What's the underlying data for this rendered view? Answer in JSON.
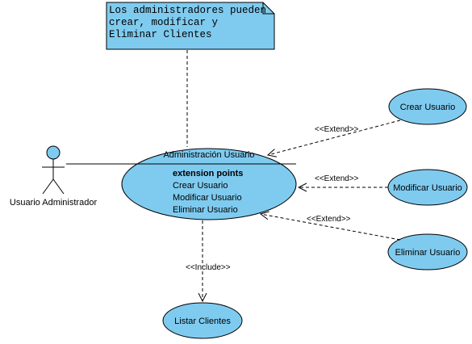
{
  "note": {
    "lines": [
      "Los administradores pueden",
      "crear, modificar y",
      "Eliminar Clientes"
    ]
  },
  "actor": {
    "name": "Usuario Administrador"
  },
  "main_use_case": {
    "name": "Administración Usuario",
    "extension_points_title": "extension points",
    "extension_points": [
      "Crear Usuario",
      "Modificar Usuario",
      "Eliminar Usuario"
    ]
  },
  "use_cases": {
    "crear": "Crear Usuario",
    "modificar": "Modificar Usuario",
    "eliminar": "Eliminar Usuario",
    "listar": "Listar Clientes"
  },
  "relations": {
    "extend_label": "<<Extend>>",
    "include_label": "<<Include>>"
  },
  "colors": {
    "fill": "#7fcbf0",
    "stroke": "#000000",
    "extend_stroke": "#000000"
  }
}
